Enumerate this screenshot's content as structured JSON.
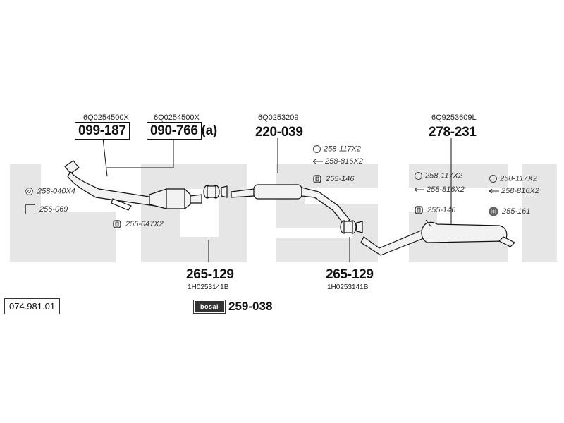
{
  "catalog_number": "074.981.01",
  "kit": {
    "logo_text": "bosal",
    "part_number": "259-038"
  },
  "parts": [
    {
      "oem": "6Q0254500X",
      "part": "099-187"
    },
    {
      "oem": "6Q0254500X",
      "part": "090-766",
      "suffix": "(a)"
    },
    {
      "oem": "6Q0253209",
      "part": "220-039"
    },
    {
      "oem": "6Q9253609L",
      "part": "278-231"
    },
    {
      "oem": "1H0253141B",
      "part": "265-129"
    },
    {
      "oem": "1H0253141B",
      "part": "265-129"
    }
  ],
  "hardware": {
    "nut": "258-040X4",
    "gasket": "256-069",
    "hanger_front": "255-047X2",
    "ring_mid": "258-117X2",
    "clip_mid": "258-816X2",
    "hanger_mid": "255-146",
    "ring_rear_a": "258-117X2",
    "clip_rear_a": "258-816X2",
    "hanger_rear_a": "255-146",
    "ring_rear_b": "258-117X2",
    "clip_rear_b": "258-816X2",
    "hanger_rear_b": "255-161"
  },
  "colors": {
    "watermark": "#e6e6e6",
    "line": "#111111",
    "pipe_fill": "#f2f2f2"
  }
}
